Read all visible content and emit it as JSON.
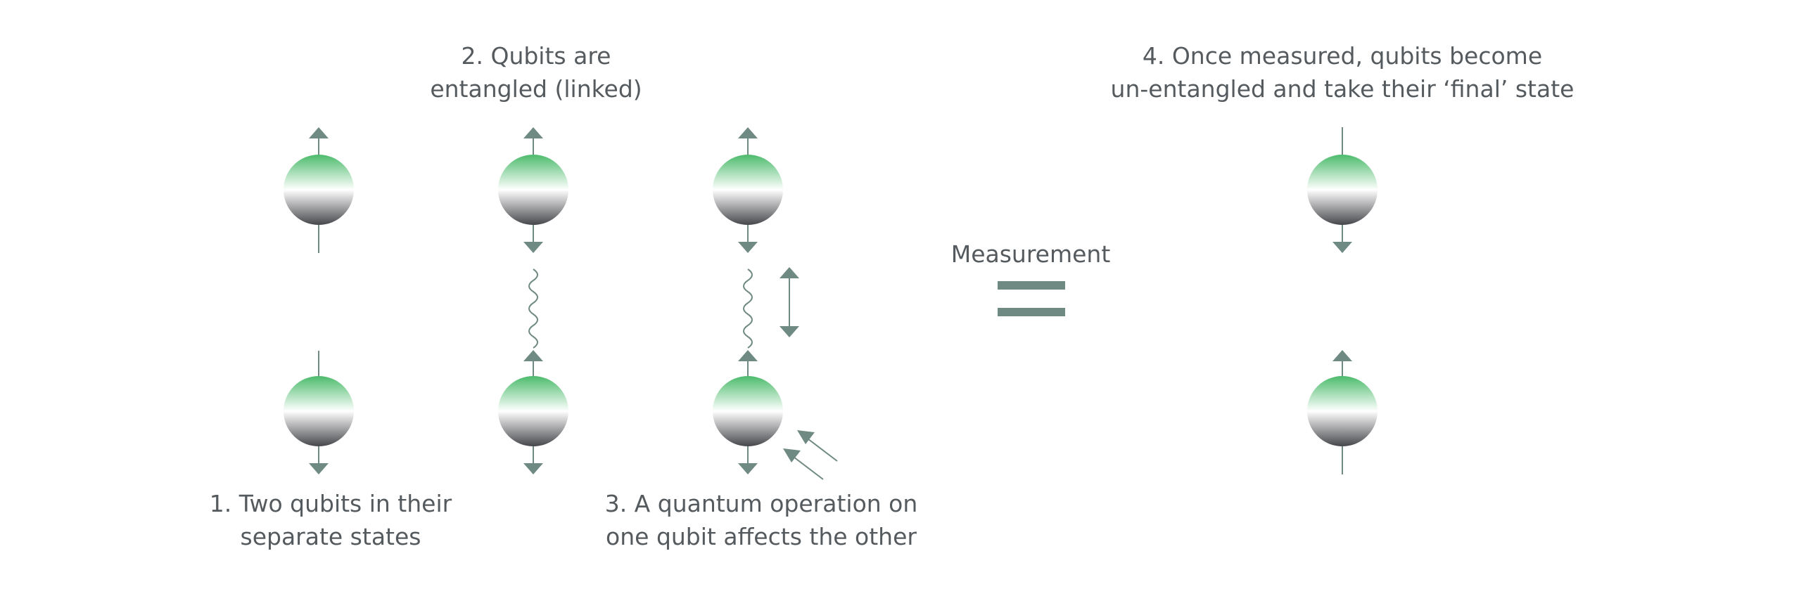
{
  "captions": {
    "step1": {
      "line1": "1. Two qubits in their",
      "line2": "separate states"
    },
    "step2": {
      "line1": "2. Qubits are",
      "line2": "entangled (linked)"
    },
    "step3": {
      "line1": "3. A quantum operation on",
      "line2": "one qubit affects the other"
    },
    "step4": {
      "line1": "4. Once measured, qubits become",
      "line2": "un-entangled and take their ‘final’ state"
    },
    "measurement": "Measurement"
  },
  "colors": {
    "sphere_top": "#4cbb6c",
    "sphere_bottom": "#46474b",
    "arrow": "#6f8a82",
    "equals": "#6f8a82",
    "text": "#555a5e"
  },
  "icons": {
    "qubit": "gradient-sphere",
    "spin": "spin-arrow",
    "entanglement": "wavy-line",
    "operation": "double-arrow",
    "measurement": "equals-sign"
  }
}
